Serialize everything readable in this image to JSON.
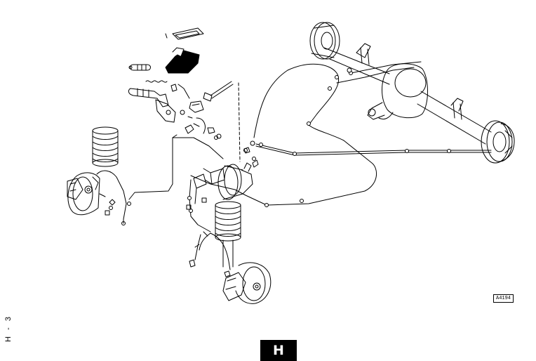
{
  "drawing": {
    "reference_code": "A4194",
    "side_page_code": "H - 3",
    "section_letter": "H",
    "ink_color": "#000000",
    "paper_color": "#ffffff"
  }
}
